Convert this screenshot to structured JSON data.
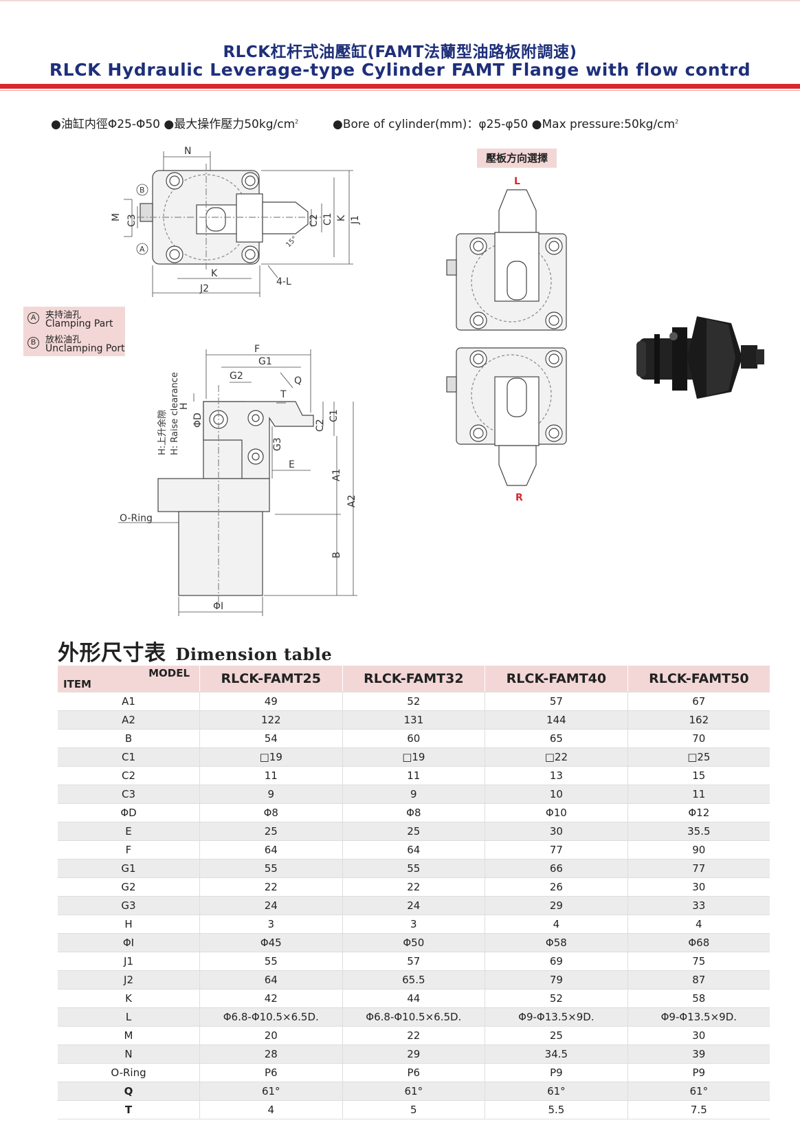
{
  "header": {
    "title_cn": "RLCK杠杆式油壓缸(FAMT法蘭型油路板附調速)",
    "title_en": "RLCK Hydraulic Leverage-type Cylinder FAMT Flange with flow contrd"
  },
  "specs": {
    "cn": "●油缸内徑Φ25-Φ50 ●最大操作壓力50kg/cm",
    "cn_sup": "2",
    "en": "●Bore  of cylinder(mm)：φ25-φ50   ●Max pressure:50kg/cm",
    "en_sup": "2"
  },
  "direction": {
    "label": "壓板方向選擇",
    "left": "L",
    "right": "R"
  },
  "legend": [
    {
      "mark": "A",
      "cn": "夹持油孔",
      "en": "Clamping Part"
    },
    {
      "mark": "B",
      "cn": "放松油孔",
      "en": "Unclamping Port"
    }
  ],
  "drawing_labels": {
    "top": [
      "N",
      "M",
      "C3",
      "C2",
      "C1",
      "K",
      "J1",
      "K",
      "J2",
      "4-L",
      "15°",
      "B",
      "A"
    ],
    "side": [
      "F",
      "G1",
      "G2",
      "Q",
      "T",
      "H",
      "ΦD",
      "C2",
      "C1",
      "G3",
      "E",
      "A1",
      "A2",
      "B",
      "O-Ring",
      "ΦI"
    ],
    "raise_cn": "H:上升余隙",
    "raise_en": "H: Raise clearance"
  },
  "dimension_table": {
    "title_cn": "外形尺寸表",
    "title_en": "Dimension table",
    "corner_model": "MODEL",
    "corner_item": "ITEM",
    "models": [
      "RLCK-FAMT25",
      "RLCK-FAMT32",
      "RLCK-FAMT40",
      "RLCK-FAMT50"
    ],
    "rows": [
      {
        "item": "A1",
        "values": [
          "49",
          "52",
          "57",
          "67"
        ]
      },
      {
        "item": "A2",
        "values": [
          "122",
          "131",
          "144",
          "162"
        ]
      },
      {
        "item": "B",
        "values": [
          "54",
          "60",
          "65",
          "70"
        ]
      },
      {
        "item": "C1",
        "values": [
          "□19",
          "□19",
          "□22",
          "□25"
        ]
      },
      {
        "item": "C2",
        "values": [
          "11",
          "11",
          "13",
          "15"
        ]
      },
      {
        "item": "C3",
        "values": [
          "9",
          "9",
          "10",
          "11"
        ]
      },
      {
        "item": "ΦD",
        "values": [
          "Φ8",
          "Φ8",
          "Φ10",
          "Φ12"
        ]
      },
      {
        "item": "E",
        "values": [
          "25",
          "25",
          "30",
          "35.5"
        ]
      },
      {
        "item": "F",
        "values": [
          "64",
          "64",
          "77",
          "90"
        ]
      },
      {
        "item": "G1",
        "values": [
          "55",
          "55",
          "66",
          "77"
        ]
      },
      {
        "item": "G2",
        "values": [
          "22",
          "22",
          "26",
          "30"
        ]
      },
      {
        "item": "G3",
        "values": [
          "24",
          "24",
          "29",
          "33"
        ]
      },
      {
        "item": "H",
        "values": [
          "3",
          "3",
          "4",
          "4"
        ]
      },
      {
        "item": "ΦI",
        "values": [
          "Φ45",
          "Φ50",
          "Φ58",
          "Φ68"
        ]
      },
      {
        "item": "J1",
        "values": [
          "55",
          "57",
          "69",
          "75"
        ]
      },
      {
        "item": "J2",
        "values": [
          "64",
          "65.5",
          "79",
          "87"
        ]
      },
      {
        "item": "K",
        "values": [
          "42",
          "44",
          "52",
          "58"
        ]
      },
      {
        "item": "L",
        "values": [
          "Φ6.8-Φ10.5×6.5D.",
          "Φ6.8-Φ10.5×6.5D.",
          "Φ9-Φ13.5×9D.",
          "Φ9-Φ13.5×9D."
        ]
      },
      {
        "item": "M",
        "values": [
          "20",
          "22",
          "25",
          "30"
        ]
      },
      {
        "item": "N",
        "values": [
          "28",
          "29",
          "34.5",
          "39"
        ]
      },
      {
        "item": "O-Ring",
        "values": [
          "P6",
          "P6",
          "P9",
          "P9"
        ]
      },
      {
        "item": "Q",
        "values": [
          "61°",
          "61°",
          "61°",
          "61°"
        ]
      },
      {
        "item": "T",
        "values": [
          "4",
          "5",
          "5.5",
          "7.5"
        ]
      }
    ]
  },
  "colors": {
    "title": "#1e2f7a",
    "rule": "#d8282c",
    "highlight": "#f3d7d7"
  }
}
